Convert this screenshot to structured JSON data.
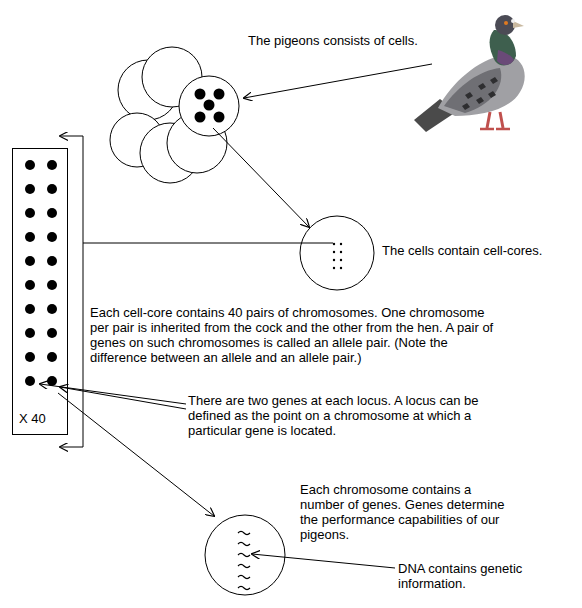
{
  "diagram": {
    "nodes": [
      {
        "text": [
          "X 40"
        ]
      }
    ],
    "labels": [
      "The pigeons consists of cells.",
      "The cells contain cell-cores.",
      "Each cell-core contains 40 pairs of chromosomes. One chromosome per pair is inherited from the cock and the other from the hen. A pair of genes on such chromosomes is called an allele pair. (Note the difference between an allele and an allele pair.)",
      "There are two genes at each locus. A locus can be defined as the point on a chromosome at which a particular gene is located.",
      "Each chromosome contains a number of genes. Genes determine the performance capabilities of our pigeons.",
      "DNA contains genetic information."
    ]
  }
}
